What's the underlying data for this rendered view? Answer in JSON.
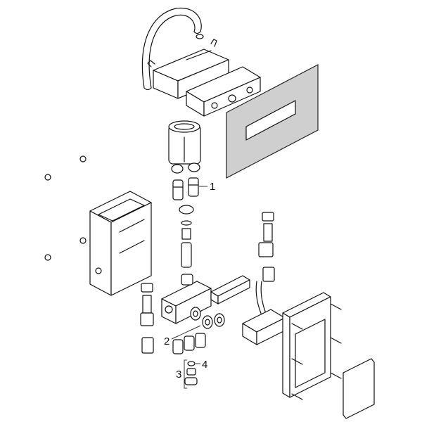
{
  "diagram": {
    "type": "exploded-parts-view",
    "callouts": [
      {
        "id": "1",
        "label": "1",
        "part": "cartridge-valve"
      },
      {
        "id": "2",
        "label": "2",
        "part": "connector-fittings"
      },
      {
        "id": "3",
        "label": "3",
        "part": "fitting-set"
      },
      {
        "id": "4",
        "label": "4",
        "part": "o-ring"
      }
    ],
    "colors": {
      "line": "#111111",
      "plate_fill": "#cfcfcf",
      "background": "#ffffff"
    }
  }
}
